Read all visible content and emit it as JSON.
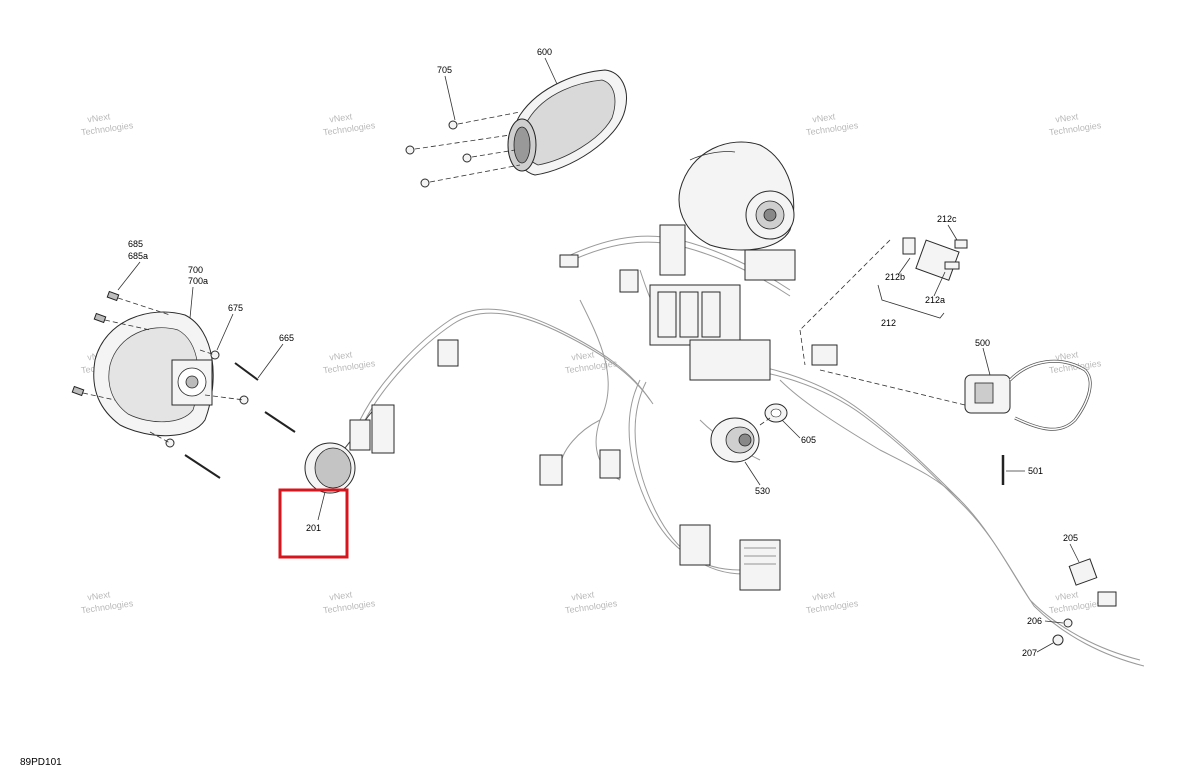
{
  "drawing_code": "89PD101",
  "watermark": {
    "line1": "vNext",
    "line2": "Technologies"
  },
  "callouts": {
    "c705": "705",
    "c600": "600",
    "c685": "685",
    "c685a": "685a",
    "c700": "700",
    "c700a": "700a",
    "c675": "675",
    "c665": "665",
    "c201": "201",
    "c212c": "212c",
    "c212b": "212b",
    "c212a": "212a",
    "c212": "212",
    "c500": "500",
    "c605": "605",
    "c530": "530",
    "c501": "501",
    "c205": "205",
    "c206": "206",
    "c207": "207"
  },
  "highlight": {
    "part": "201",
    "color": "#d8141c"
  }
}
